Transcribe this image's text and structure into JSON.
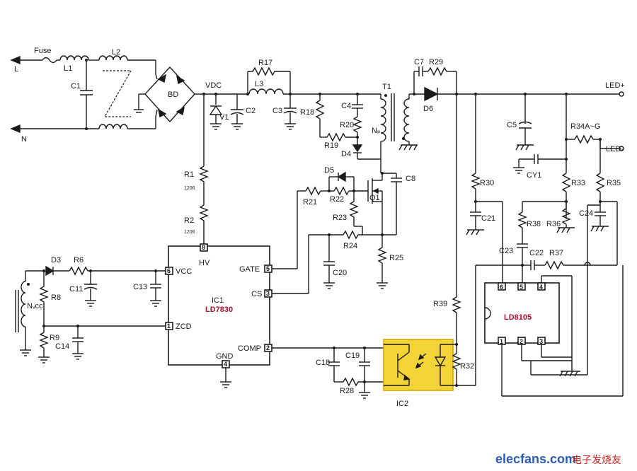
{
  "labels": {
    "fuse": "Fuse",
    "L": "L",
    "N": "N",
    "L1": "L1",
    "L2": "L2",
    "C1": "C1",
    "BD": "BD",
    "VDC": "VDC",
    "V1": "V1",
    "C2": "C2",
    "R17": "R17",
    "L3": "L3",
    "C3": "C3",
    "R18": "R18",
    "C4": "C4",
    "R20": "R20",
    "R19": "R19",
    "D4": "D4",
    "T1": "T1",
    "Np": "Nₚ",
    "C7": "C7",
    "R29": "R29",
    "D6": "D6",
    "LEDp": "LED+",
    "LEDm": "LED-",
    "C5": "C5",
    "R34": "R34A~G",
    "CY1": "CY1",
    "R1": "R1",
    "R1pkg": "1206",
    "R2": "R2",
    "R2pkg": "1206",
    "D5": "D5",
    "R21": "R21",
    "R22": "R22",
    "Q1": "Q1",
    "C8": "C8",
    "R23": "R23",
    "R24": "R24",
    "C20": "C20",
    "R25": "R25",
    "R30": "R30",
    "C21": "C21",
    "R33": "R33",
    "R35": "R35",
    "R38": "R38",
    "R36": "R36",
    "C24": "C24",
    "C23": "C23",
    "C22": "C22",
    "R37": "R37",
    "D3": "D3",
    "R6": "R6",
    "R8": "R8",
    "C11": "C11",
    "C13": "C13",
    "Nvcc": "Nᵥcc",
    "R9": "R9",
    "C14": "C14",
    "R39": "R39",
    "C18": "C18",
    "C19": "C19",
    "R28": "R28",
    "R32": "R32",
    "IC2": "IC2"
  },
  "ic1": {
    "name": "IC1",
    "part": "LD7830",
    "hv_label": "HV",
    "vcc_label": "VCC",
    "zcd_label": "ZCD",
    "gate_label": "GATE",
    "cs_label": "CS",
    "comp_label": "COMP",
    "gnd_label": "GND",
    "pin_hv": "8",
    "pin_vcc": "6",
    "pin_zcd": "1",
    "pin_gate": "5",
    "pin_cs": "3",
    "pin_comp": "2",
    "pin_gnd": "4"
  },
  "ic3": {
    "part": "LD8105",
    "pins": [
      "6",
      "5",
      "4",
      "1",
      "2",
      "3"
    ]
  },
  "watermark": {
    "site": "elecfans.com",
    "cn": "电子发烧友"
  },
  "colors": {
    "ic2_fill": "#f2d338",
    "ic2_border": "#d8a400",
    "part_text": "#b5102a",
    "wm_blue": "#2c5bb8",
    "wm_red": "#d81e1e"
  }
}
